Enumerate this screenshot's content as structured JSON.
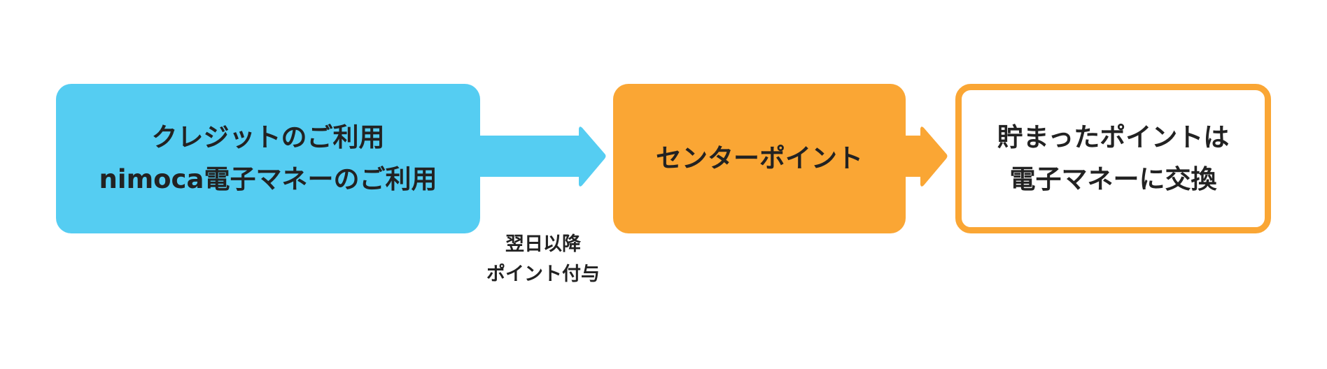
{
  "colors": {
    "blue": "#55CDF2",
    "orange": "#FAA634",
    "text": "#222222"
  },
  "step1": {
    "lines": [
      "クレジットのご利用",
      "nimoca電子マネーのご利用"
    ]
  },
  "step2": {
    "lines": [
      "センターポイント"
    ]
  },
  "step3": {
    "lines": [
      "貯まったポイントは",
      "電子マネーに交換"
    ]
  },
  "arrow1_note": {
    "lines": [
      "翌日以降",
      "ポイント付与"
    ]
  }
}
